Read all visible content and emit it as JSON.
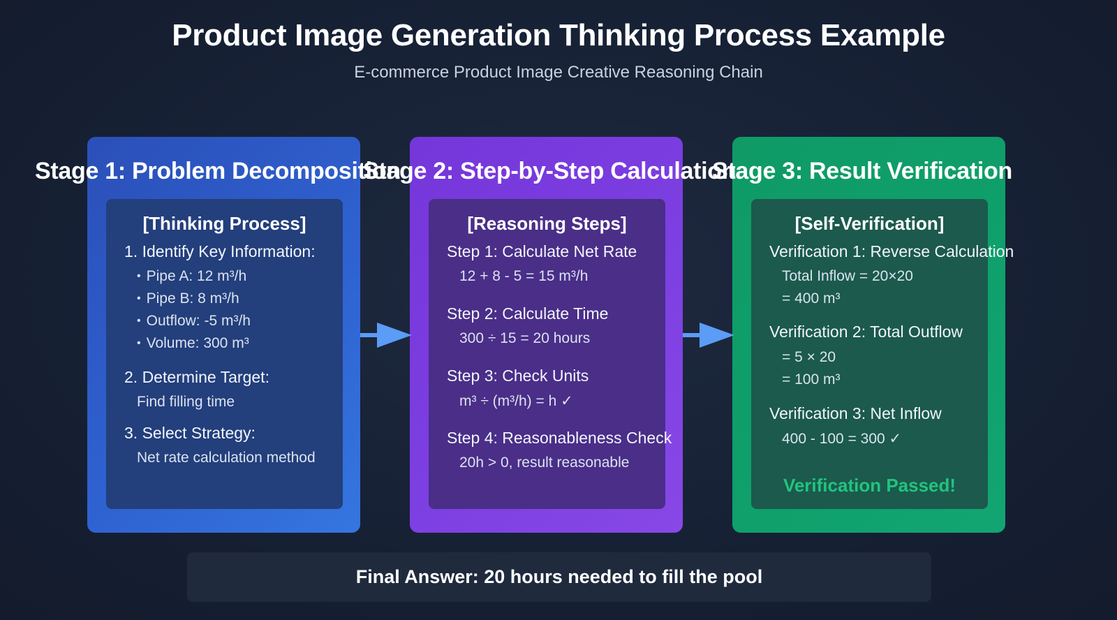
{
  "header": {
    "title": "Product Image Generation Thinking Process Example",
    "subtitle": "E-commerce Product Image Creative Reasoning Chain"
  },
  "colors": {
    "stage1": "#2f63d2",
    "stage2": "#7d40e2",
    "stage3": "#0fa06c",
    "arrow": "#5b9cf6",
    "passed": "#22c47e"
  },
  "stages": [
    {
      "title": "Stage 1: Problem Decomposition",
      "heading": "[Thinking Process]",
      "lines": [
        "1. Identify Key Information:",
        "Pipe A: 12 m³/h",
        "Pipe B: 8 m³/h",
        "Outflow: -5 m³/h",
        "Volume: 300 m³",
        "2. Determine Target:",
        "Find filling time",
        "3. Select Strategy:",
        "Net rate calculation method"
      ]
    },
    {
      "title": "Stage 2: Step-by-Step Calculation",
      "heading": "[Reasoning Steps]",
      "lines": [
        "Step 1: Calculate Net Rate",
        "12 + 8 - 5 = 15 m³/h",
        "Step 2: Calculate Time",
        "300 ÷ 15 = 20 hours",
        "Step 3: Check Units",
        "m³ ÷ (m³/h) = h ✓",
        "Step 4: Reasonableness Check",
        "20h > 0, result reasonable"
      ]
    },
    {
      "title": "Stage 3: Result Verification",
      "heading": "[Self-Verification]",
      "lines": [
        "Verification 1: Reverse Calculation",
        "Total Inflow = 20×20",
        "= 400 m³",
        "Verification 2: Total Outflow",
        "= 5 × 20",
        "= 100 m³",
        "Verification 3: Net Inflow",
        "400 - 100 = 300 ✓"
      ],
      "status": "Verification Passed!"
    }
  ],
  "final_answer": "Final Answer: 20 hours needed to fill the pool"
}
